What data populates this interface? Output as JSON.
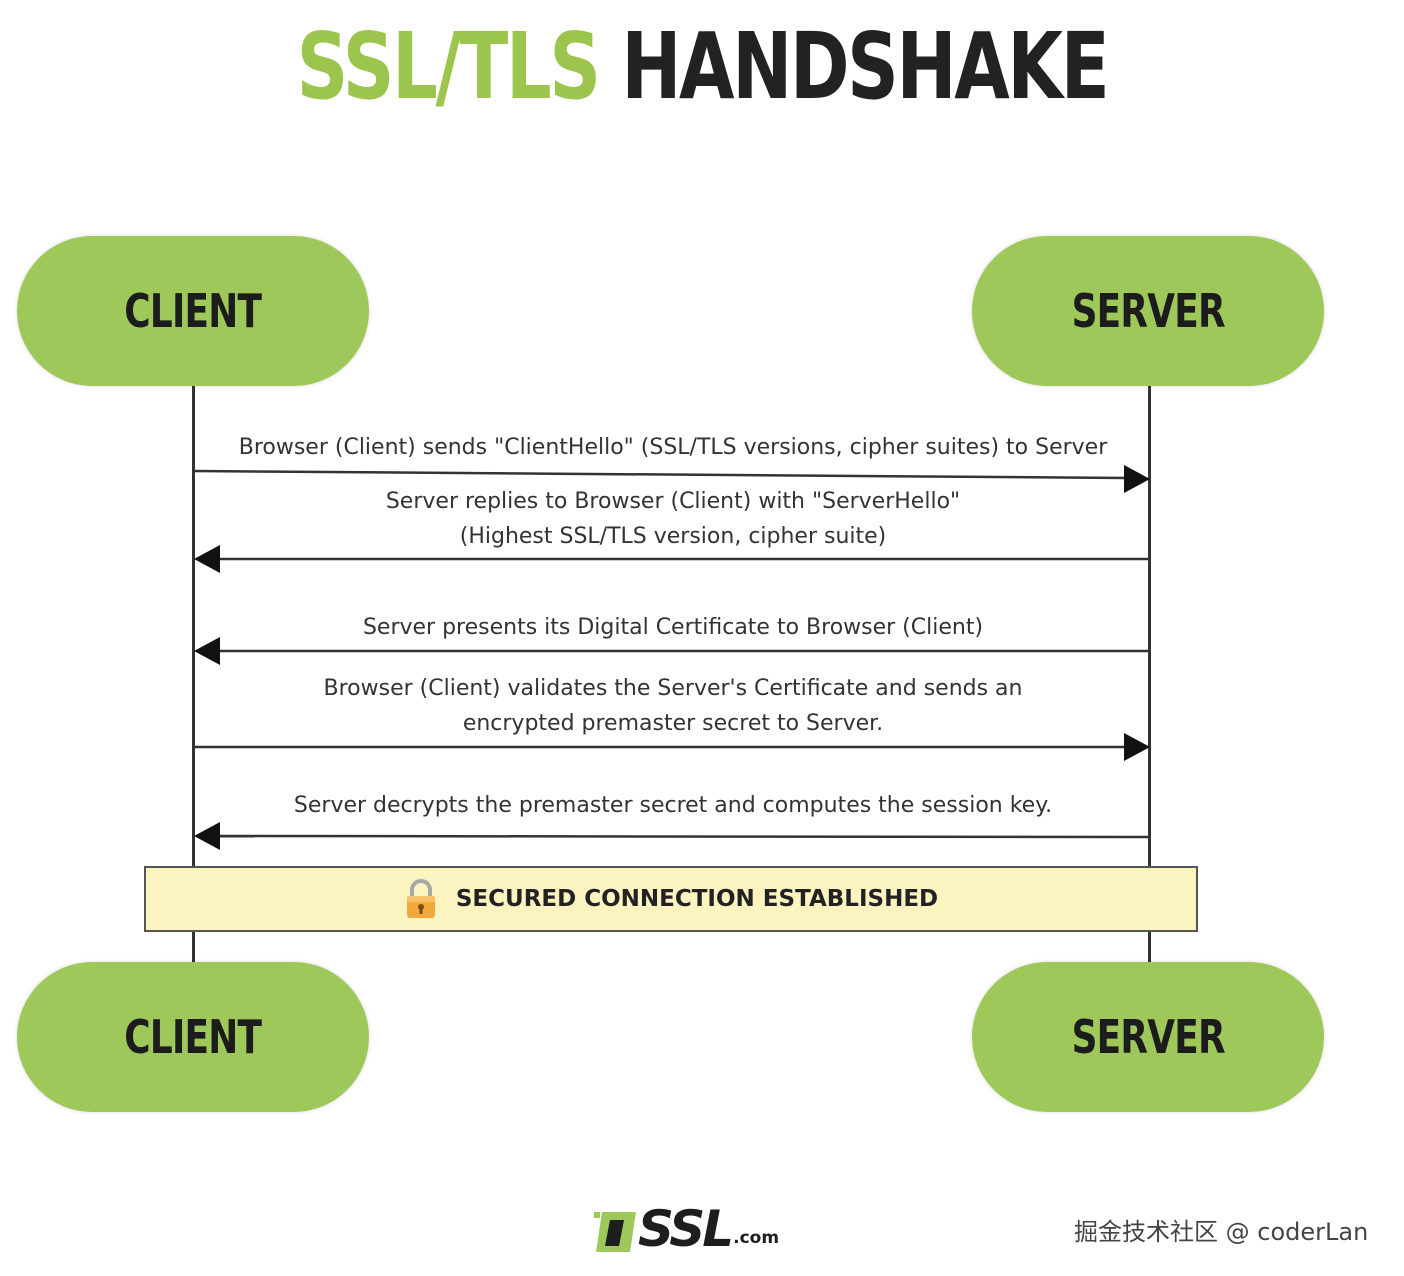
{
  "title": {
    "part_green": "SSL/TLS",
    "part_dark": "HANDSHAKE"
  },
  "colors": {
    "accent_green": "#9fc85a",
    "title_green": "#9cc54e",
    "banner_fill": "#fbf4c0",
    "line": "#333333"
  },
  "nodes": {
    "client_top": "CLIENT",
    "server_top": "SERVER",
    "client_bottom": "CLIENT",
    "server_bottom": "SERVER"
  },
  "messages": [
    {
      "direction": "client-to-server",
      "lines": [
        "Browser (Client) sends \"ClientHello\" (SSL/TLS versions, cipher suites) to Server"
      ]
    },
    {
      "direction": "server-to-client",
      "lines": [
        "Server replies to Browser (Client) with \"ServerHello\"",
        "(Highest SSL/TLS version, cipher suite)"
      ]
    },
    {
      "direction": "server-to-client",
      "lines": [
        "Server presents its Digital Certificate to Browser (Client)"
      ]
    },
    {
      "direction": "client-to-server",
      "lines": [
        "Browser (Client) validates the Server's Certificate and sends an",
        "encrypted premaster secret to Server."
      ]
    },
    {
      "direction": "server-to-client",
      "lines": [
        "Server decrypts the premaster secret and computes the session key."
      ]
    }
  ],
  "banner": {
    "label": "SECURED CONNECTION ESTABLISHED",
    "icon": "lock-icon"
  },
  "logo": {
    "name": "SSL",
    "suffix": ".com"
  },
  "watermark": "掘金技术社区 @ coderLan"
}
